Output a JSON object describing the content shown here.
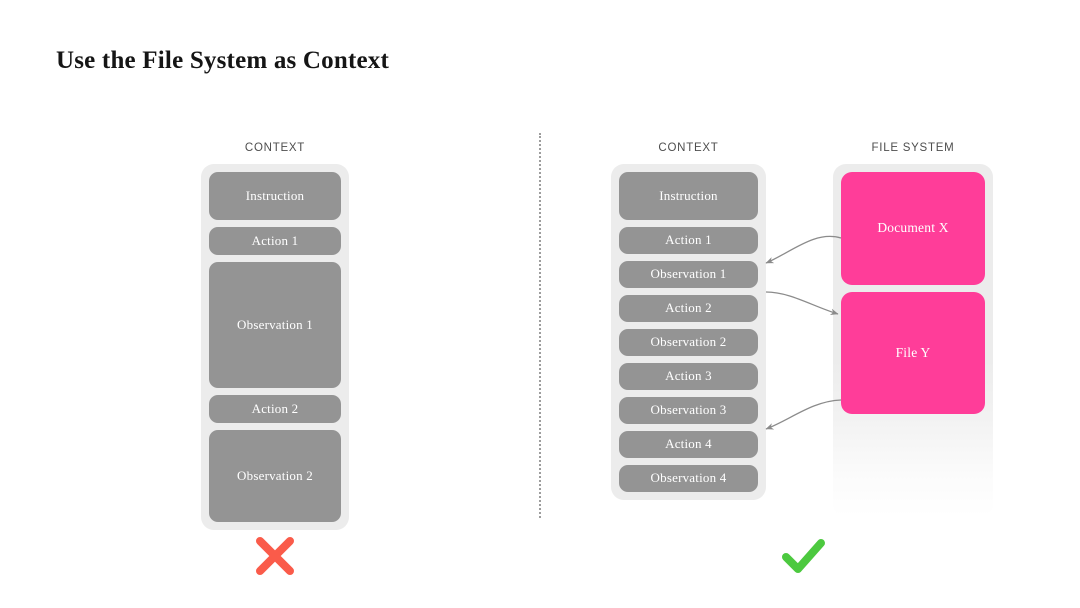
{
  "title": "Use the File System as Context",
  "colors": {
    "block_gray": "#949494",
    "block_pink": "#ff3d99",
    "container": "#ececec",
    "cross_red": "#fa5b4a",
    "check_green": "#4cc93f",
    "label_gray": "#4e4e4e",
    "divider_gray": "#9d9d9d"
  },
  "left_panel": {
    "column_label": "CONTEXT",
    "blocks": [
      {
        "label": "Instruction",
        "height": 48
      },
      {
        "label": "Action 1",
        "height": 28
      },
      {
        "label": "Observation 1",
        "height": 126
      },
      {
        "label": "Action 2",
        "height": 28
      },
      {
        "label": "Observation 2",
        "height": 92
      }
    ],
    "verdict": "cross-icon"
  },
  "right_panel": {
    "context": {
      "column_label": "CONTEXT",
      "blocks": [
        {
          "label": "Instruction",
          "height": 48
        },
        {
          "label": "Action 1",
          "height": 27
        },
        {
          "label": "Observation 1",
          "height": 27
        },
        {
          "label": "Action 2",
          "height": 27
        },
        {
          "label": "Observation 2",
          "height": 27
        },
        {
          "label": "Action 3",
          "height": 27
        },
        {
          "label": "Observation 3",
          "height": 27
        },
        {
          "label": "Action 4",
          "height": 27
        },
        {
          "label": "Observation 4",
          "height": 27
        }
      ]
    },
    "file_system": {
      "column_label": "FILE SYSTEM",
      "blocks": [
        {
          "label": "Document X",
          "height": 113
        },
        {
          "label": "File Y",
          "height": 122
        }
      ]
    },
    "verdict": "check-icon"
  },
  "connectors": [
    {
      "name": "document-x-to-observation-1",
      "from": "Document X",
      "to": "Observation 1",
      "direction": "left"
    },
    {
      "name": "action-2-to-file-y",
      "from": "Action 2",
      "to": "File Y",
      "direction": "right"
    },
    {
      "name": "file-y-to-action-4",
      "from": "File Y",
      "to": "Action 4",
      "direction": "left"
    }
  ]
}
